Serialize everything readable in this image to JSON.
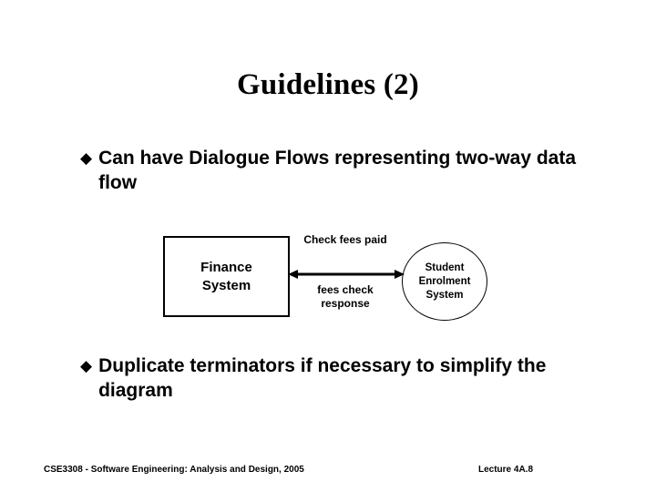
{
  "slide": {
    "title": "Guidelines (2)",
    "background_color": "#ffffff",
    "text_color": "#000000"
  },
  "bullets": [
    {
      "marker": "◆",
      "marker_name": "diamond-bullet",
      "text": "Can have Dialogue Flows representing two-way data flow"
    },
    {
      "marker": "◆",
      "marker_name": "diamond-bullet",
      "text": "Duplicate terminators if necessary to simplify the diagram"
    }
  ],
  "diagram": {
    "type": "data-flow-diagram",
    "process_box": {
      "label": "Finance\nSystem",
      "shape": "rectangle"
    },
    "terminator_circle": {
      "label": "Student\nEnrolment\nSystem",
      "shape": "circle"
    },
    "flow": {
      "direction": "bidirectional",
      "label_top": "Check fees paid",
      "label_bottom": "fees check\nresponse"
    }
  },
  "footer": {
    "left": "CSE3308 - Software Engineering: Analysis and Design, 2005",
    "right": "Lecture 4A.8"
  }
}
